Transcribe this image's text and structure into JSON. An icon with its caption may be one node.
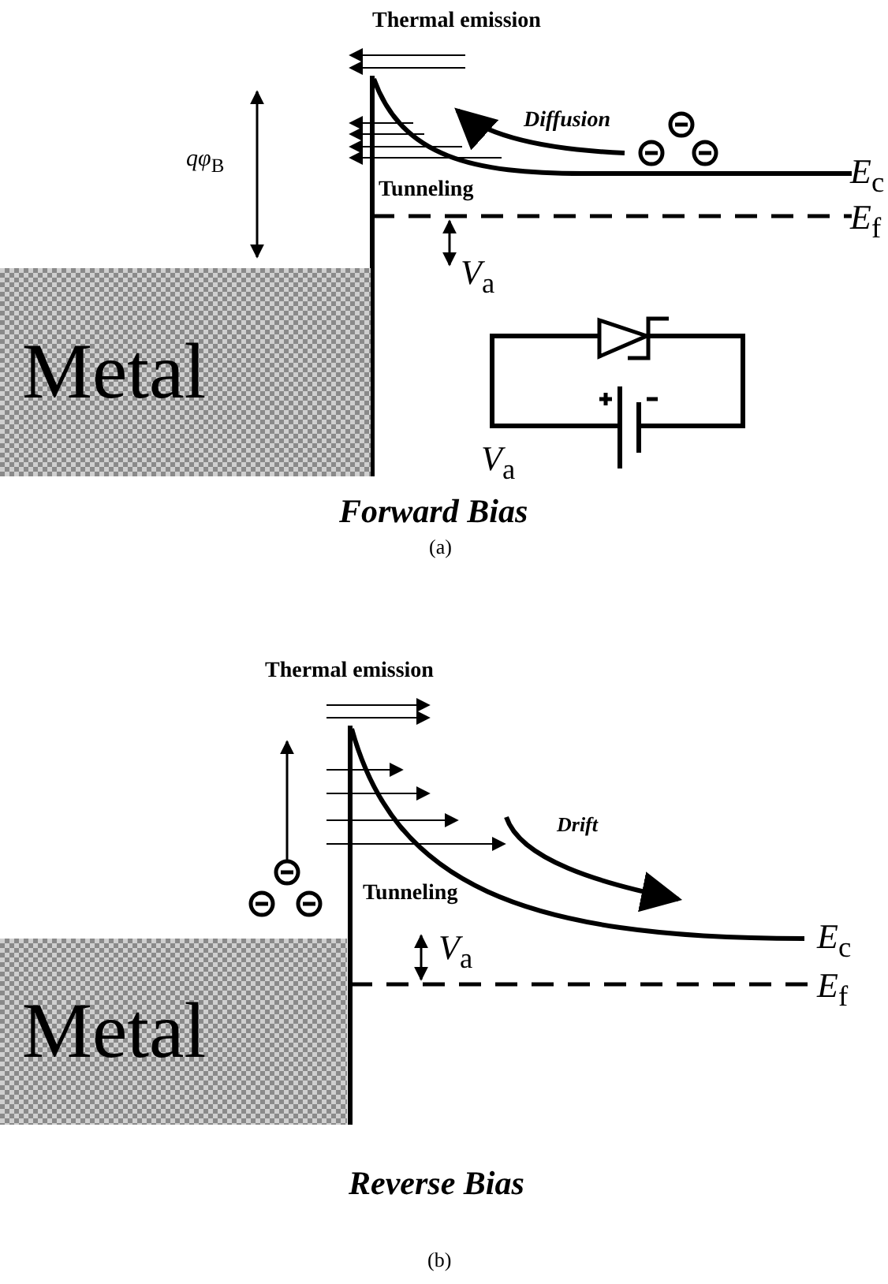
{
  "diagram": {
    "nodes": [
      {
        "text": [
          "Metal"
        ]
      },
      {
        "text": [
          "Metal"
        ]
      }
    ],
    "labels": [
      "Thermal emission",
      "Diffusion",
      "*qφ*$_{B}$",
      "Tunneling",
      "*E*$_{c}$",
      "*E*$_{f}$",
      "*V*$_{a}$",
      "*V*$_{a}$",
      "Forward Bias",
      "(a)",
      "Thermal emission",
      "Drift",
      "Tunneling",
      "*E*$_{c}$",
      "*V*$_{a}$",
      "*E*$_{f}$",
      "Reverse Bias",
      "(b)"
    ]
  }
}
